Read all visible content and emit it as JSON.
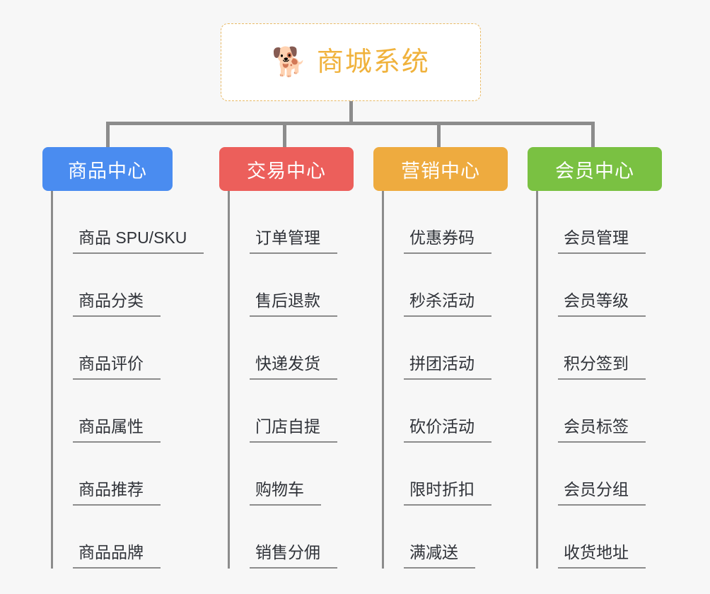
{
  "theme": {
    "background": "#f7f7f7",
    "connector_color": "#8c8c8c",
    "root_border": "#e8b964",
    "root_text": "#f0b23c",
    "leaf_text": "#2f3238"
  },
  "root": {
    "icon": "shiba-dog-face-icon",
    "emoji": "🐕",
    "title": "商城系统"
  },
  "branches": [
    {
      "title": "商品中心",
      "color": "#4a8cf0",
      "items": [
        "商品 SPU/SKU",
        "商品分类",
        "商品评价",
        "商品属性",
        "商品推荐",
        "商品品牌"
      ]
    },
    {
      "title": "交易中心",
      "color": "#ec5f5b",
      "items": [
        "订单管理",
        "售后退款",
        "快递发货",
        "门店自提",
        "购物车",
        "销售分佣"
      ]
    },
    {
      "title": "营销中心",
      "color": "#eeab3f",
      "items": [
        "优惠券码",
        "秒杀活动",
        "拼团活动",
        "砍价活动",
        "限时折扣",
        "满减送"
      ]
    },
    {
      "title": "会员中心",
      "color": "#7ac142",
      "items": [
        "会员管理",
        "会员等级",
        "积分签到",
        "会员标签",
        "会员分组",
        "收货地址"
      ]
    }
  ]
}
